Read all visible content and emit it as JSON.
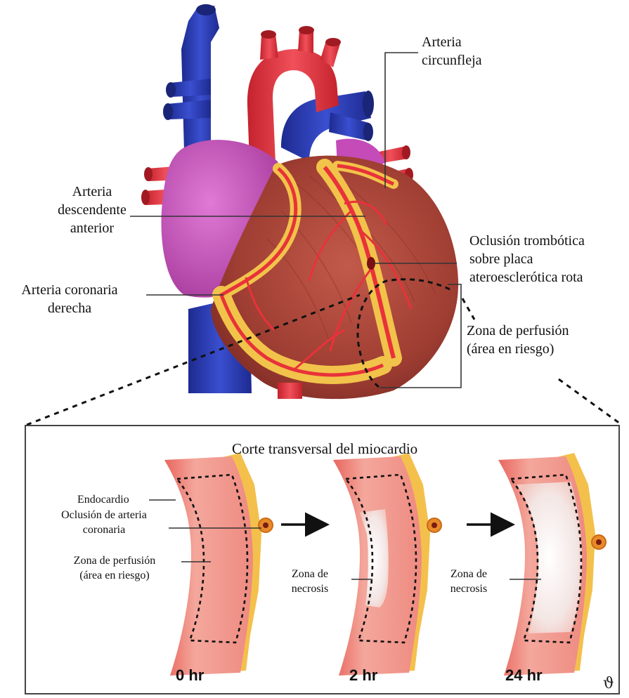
{
  "heart_labels": {
    "circumflex": "Arteria\ncircunfleja",
    "lad": "Arteria\ndescendente\nanterior",
    "rca": "Arteria coronaria\nderecha",
    "occlusion": "Oclusión trombótica\nsobre placa\nateroesclerótica rota",
    "perfusion_zone": "Zona de perfusión\n(área en riesgo)"
  },
  "cross_section": {
    "title": "Corte transversal del miocardio",
    "endocardium": "Endocardio",
    "coronary_occlusion": "Oclusión de arteria\ncoronaria",
    "perfusion_zone": "Zona de perfusión\n(área en riesgo)",
    "necrosis_2h": "Zona de\nnecrosis",
    "necrosis_24h": "Zona de\nnecrosis",
    "times": [
      "0 hr",
      "2 hr",
      "24 hr"
    ]
  },
  "colors": {
    "vein_blue": "#2a3bb8",
    "artery_red": "#e8323a",
    "atrium_pink": "#c44bb8",
    "myocardium_brown": "#a8453a",
    "fat_yellow": "#f2c34a",
    "tissue_pink": "#f08a80",
    "necrosis_white": "#f4eeee"
  }
}
